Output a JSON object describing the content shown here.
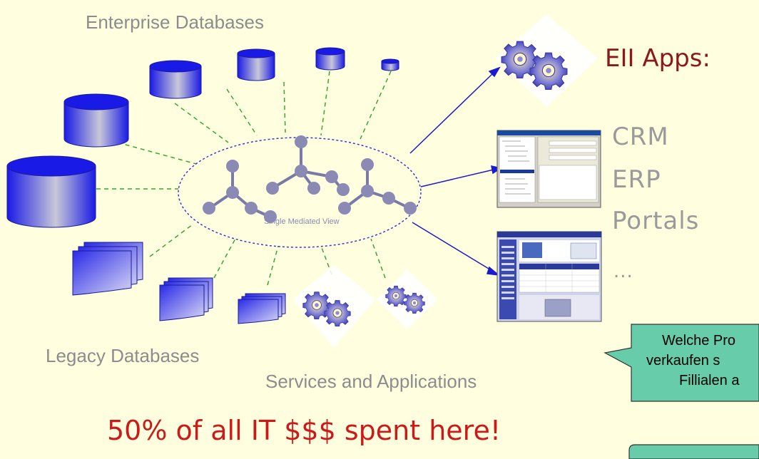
{
  "labels": {
    "enterprise_databases": "Enterprise Databases",
    "legacy_databases": "Legacy Databases",
    "services_and_applications": "Services and Applications",
    "single_mediated_view": "Single Mediated View",
    "eii_apps": "EII Apps:",
    "apps": [
      "CRM",
      "ERP",
      "Portals",
      "..."
    ],
    "spent_here": "50% of all IT $$$ spent here!"
  },
  "callouts": [
    {
      "lines": [
        "Welche Pro",
        "verkaufen s",
        "Fillialen a"
      ]
    },
    {
      "lines": []
    }
  ],
  "colors": {
    "background": "#ffffe0",
    "database_blue": "#1a1ae6",
    "node": "#8a8ab8",
    "spent_text": "#cc1a1a",
    "eii_text": "#8a1a1a",
    "callout_fill": "#66ccaa"
  }
}
